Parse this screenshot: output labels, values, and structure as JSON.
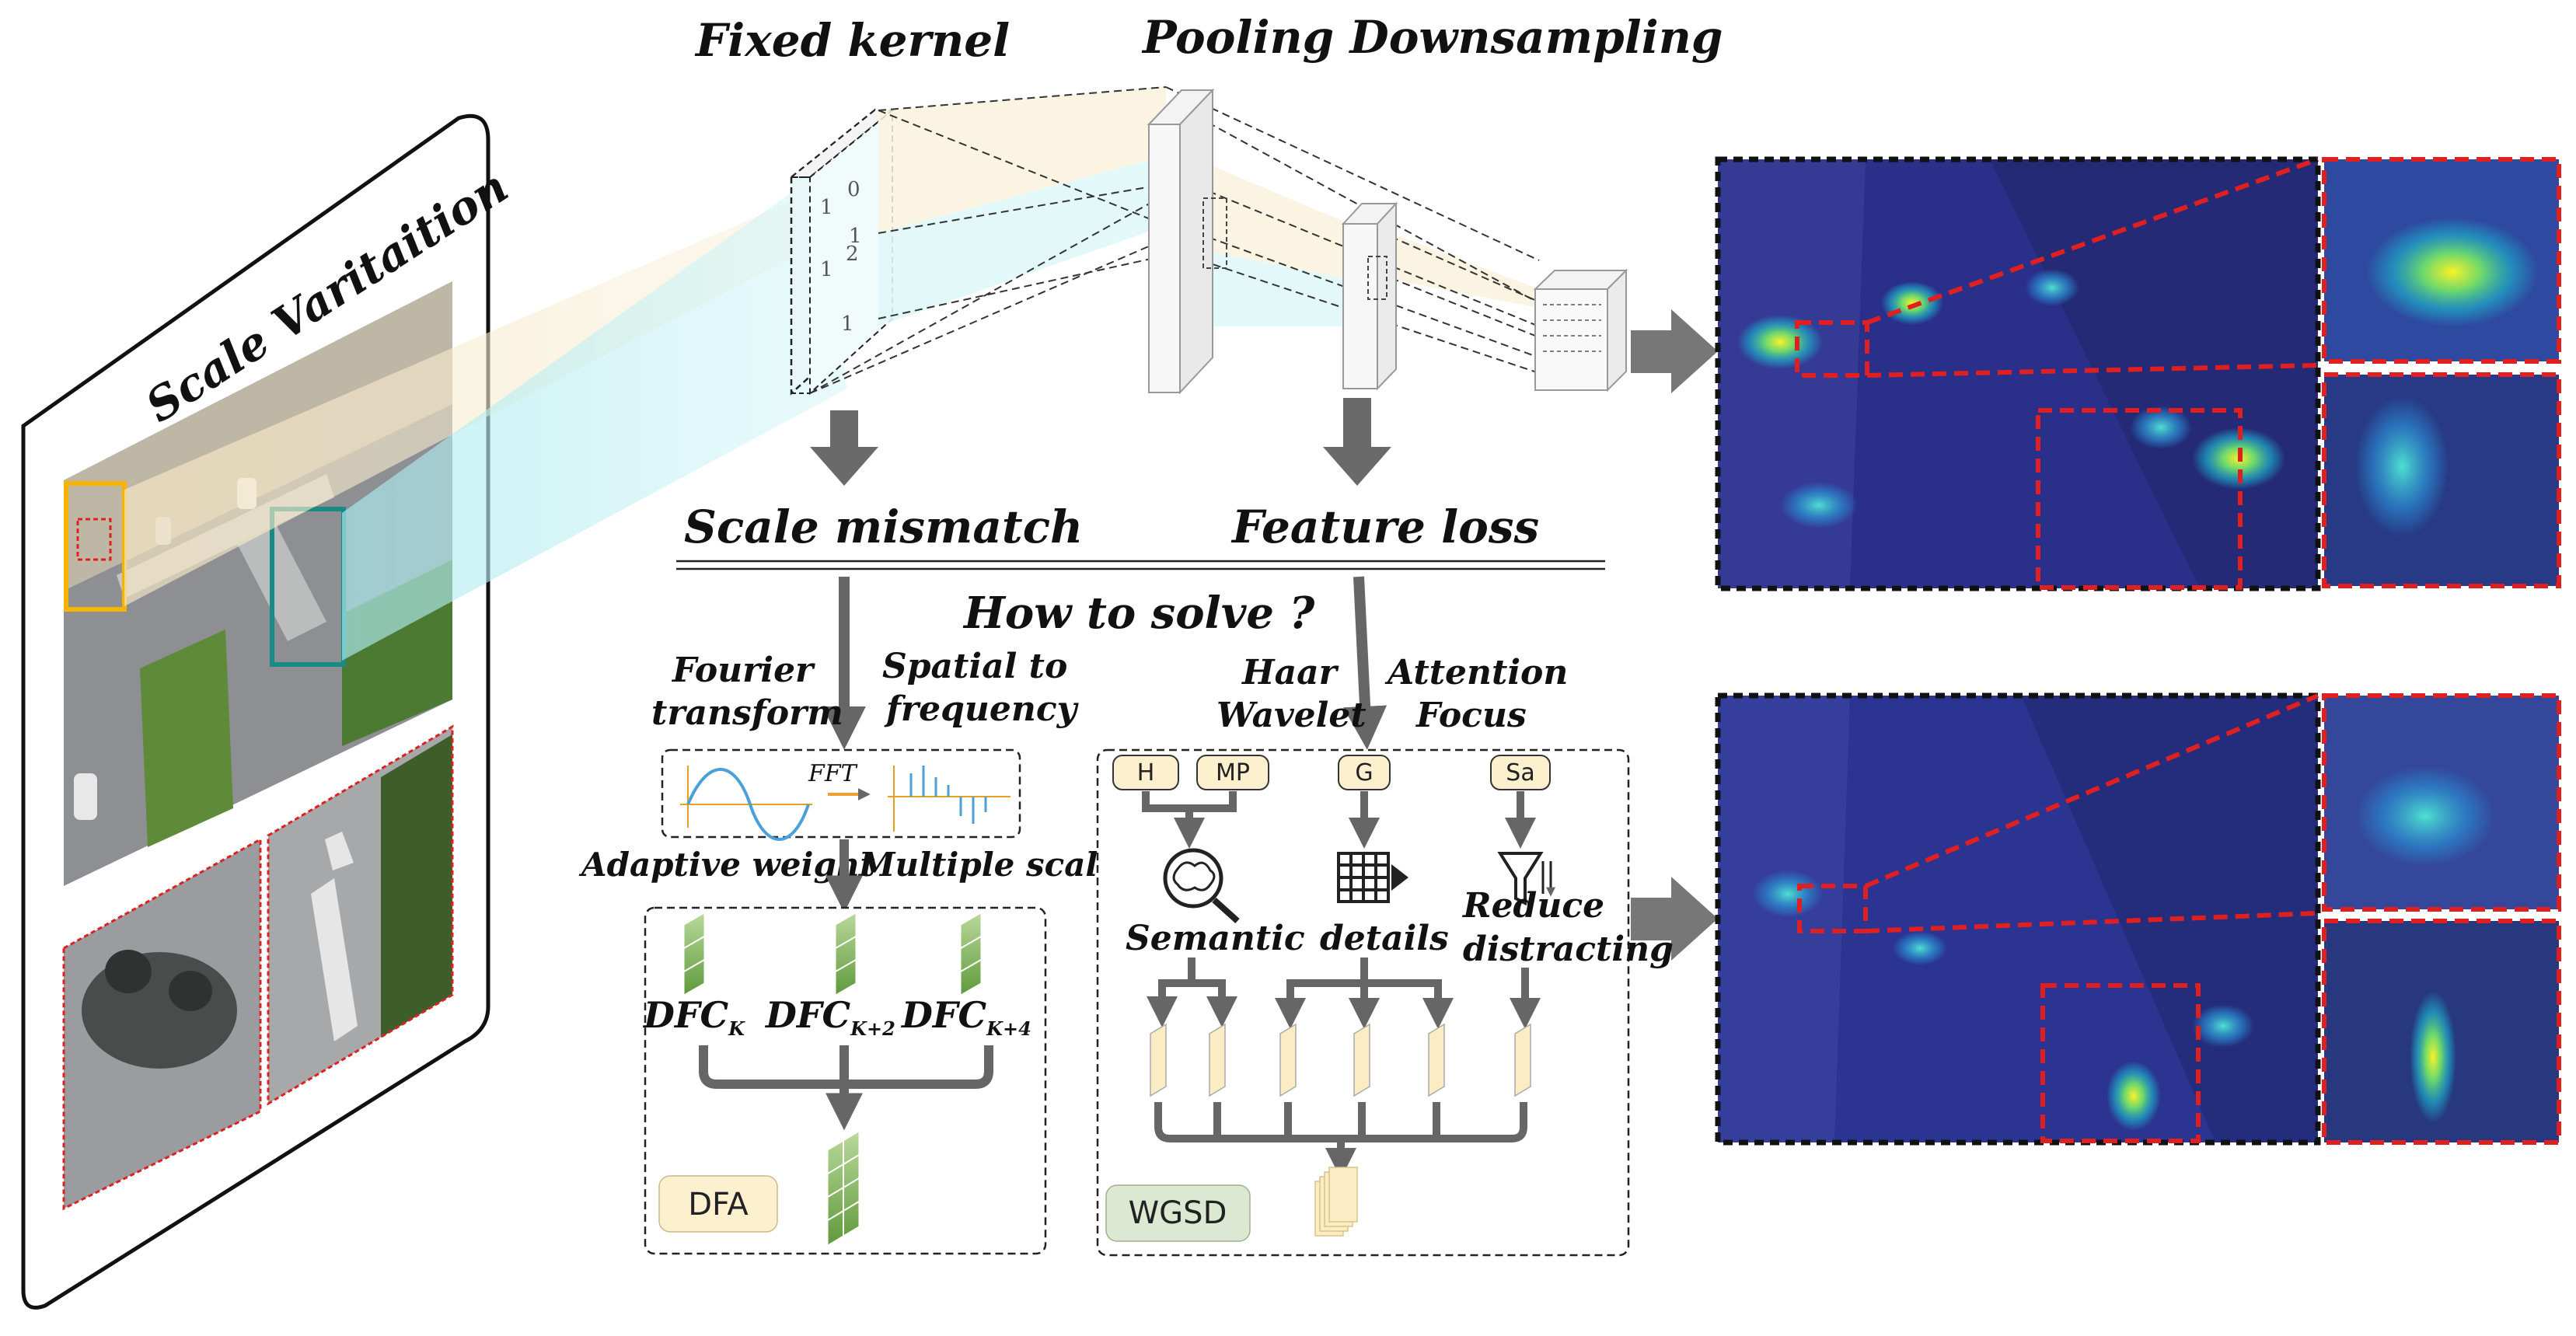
{
  "left_panel": {
    "title": "Scale Varitaition"
  },
  "top": {
    "fixed_kernel": "Fixed  kernel",
    "pooling": "Pooling Downsampling",
    "scale_mismatch": "Scale mismatch",
    "feature_loss": "Feature loss",
    "how_to_solve": "How  to solve ?"
  },
  "kernel_digits": [
    "0",
    "1",
    "1",
    "2",
    "1",
    "1"
  ],
  "dfa": {
    "fourier_line1": "Fourier",
    "fourier_line2": "transform",
    "spatial_line1": "Spatial to",
    "spatial_line2": "frequency",
    "fft": "FFT",
    "adaptive": "Adaptive weight",
    "multiple": "Multiple scales",
    "dfc_main": "DFC",
    "dfc1_sub": "K",
    "dfc2_sub": "K+2",
    "dfc3_sub": "K+4",
    "label": "DFA"
  },
  "wgsd": {
    "haar_line1": "Haar",
    "haar_line2": "Wavelet",
    "attn_line1": "Attention",
    "attn_line2": "Focus",
    "h": "H",
    "mp": "MP",
    "g": "G",
    "sa": "Sa",
    "semantic": "Semantic",
    "details": "details",
    "reduce_line1": "Reduce",
    "reduce_line2": "distracting",
    "label": "WGSD"
  },
  "colors": {
    "arrow": "#666666",
    "highlight_red": "#e02020",
    "orange_box": "#f4b400",
    "teal_box": "#1a8a86",
    "dfa_fill": "#fcf0cf",
    "wgsd_fill": "#dde8d2",
    "module_fill": "#fbecc3"
  }
}
